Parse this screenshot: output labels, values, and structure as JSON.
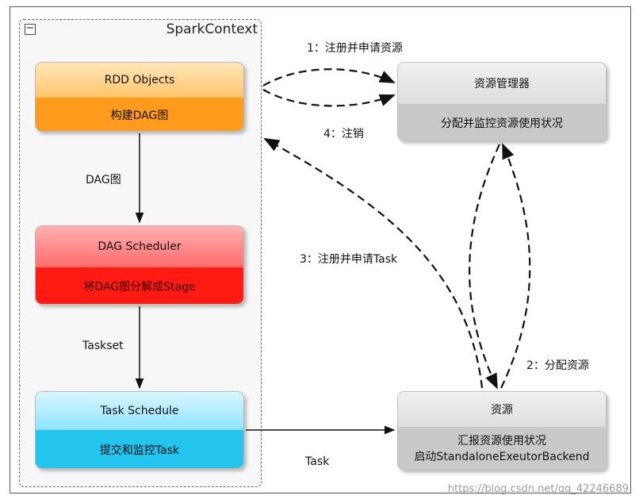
{
  "context": {
    "title": "SparkContext",
    "collapse_symbol": "−"
  },
  "nodes": {
    "rdd": {
      "title": "RDD Objects",
      "subtitle": "构建DAG图"
    },
    "dag": {
      "title": "DAG Scheduler",
      "subtitle": "将DAG图分解成Stage"
    },
    "task": {
      "title": "Task Schedule",
      "subtitle": "提交和监控Task"
    },
    "rm": {
      "title": "资源管理器",
      "subtitle": "分配并监控资源使用状况"
    },
    "res": {
      "title": "资源",
      "subtitle_line1": "汇报资源使用状况",
      "subtitle_line2": "启动StandaloneExeutorBackend"
    }
  },
  "edges": {
    "rdd_to_dag": "DAG图",
    "dag_to_task": "Taskset",
    "register": "1：注册并申请资源",
    "cancel": "4：注销",
    "register_task": "3：注册并申请Task",
    "allocate": "2：分配资源",
    "task": "Task"
  },
  "watermark": "https://blog.csdn.net/qq_42246689"
}
